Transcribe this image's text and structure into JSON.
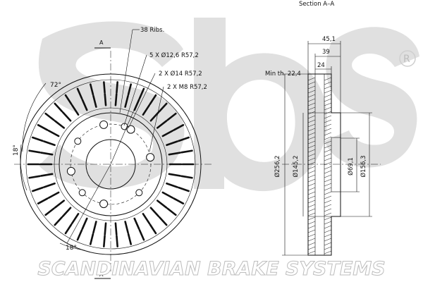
{
  "brand": {
    "name": "SCANDINAVIAN BRAKE SYSTEMS",
    "logo_text": "sbs",
    "registered_mark": "®",
    "watermark_color": "#d9d9d9"
  },
  "section_title": "Section A–A",
  "section_markers": [
    "A",
    "A"
  ],
  "front_view": {
    "ribs_label": "38 Ribs.",
    "callouts": [
      "5 X Ø12,6 R57,2",
      "2 X Ø14 R57,2",
      "2 X M8 R57,2"
    ],
    "angles": [
      "72°",
      "18°",
      "18°"
    ]
  },
  "section_view": {
    "min_thickness_label": "Min th. 22,4",
    "widths": [
      "45,1",
      "39",
      "24"
    ],
    "diameters": [
      "Ø256,2",
      "Ø145,2",
      "Ø69,1",
      "Ø156,3"
    ]
  },
  "colors": {
    "lines": "#111111",
    "watermark": "#d9d9d9"
  }
}
